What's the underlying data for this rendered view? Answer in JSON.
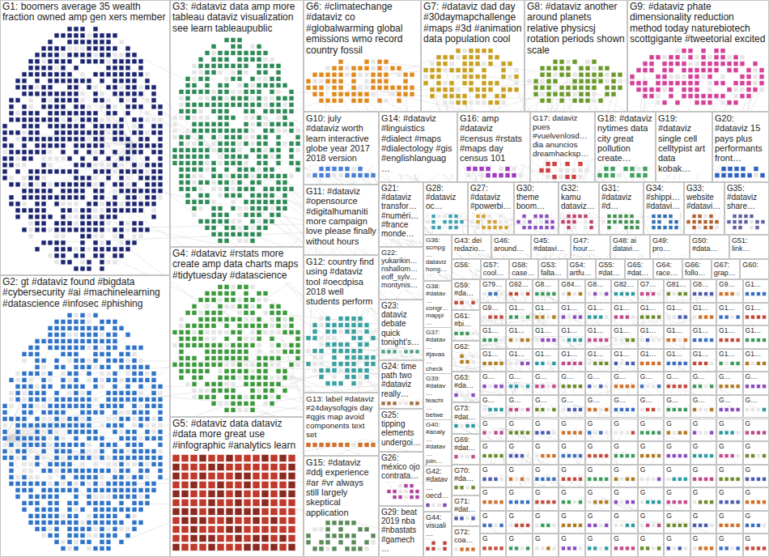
{
  "diagram": {
    "nodes": [
      {
        "text": [
          "G1: boomers average 35 wealth fraction owned amp gen xers member"
        ]
      },
      {
        "text": [
          "G2: gt #dataviz found #bigdata #cybersecurity #ai #machinelearning #datascience #infosec #phishing"
        ]
      },
      {
        "text": [
          "G3: #dataviz data amp more tableau dataviz visualization see learn tableaupublic"
        ]
      },
      {
        "text": [
          "G4: #dataviz #rstats more create amp data charts maps #tidytuesday #datascience"
        ]
      },
      {
        "text": [
          "G5: #dataviz data dataviz #data more great use #infographic #analytics learn"
        ]
      },
      {
        "text": [
          "G6: #climatechange #dataviz co #globalwarming global emissions wmo record country fossil"
        ]
      },
      {
        "text": [
          "G7: #dataviz dad day #30daymapchallenge #maps #3d #animation data population cool"
        ]
      },
      {
        "text": [
          "G8: #dataviz another around planets relative physicsj rotation periods shown scale"
        ]
      },
      {
        "text": [
          "G9: #dataviz phate dimensionality reduction method today naturebiotech scottgigante #tweetorial excited"
        ]
      },
      {
        "text": [
          "G10: july #dataviz worth learn interactive globe year 2017 2018 version"
        ]
      },
      {
        "text": [
          "G11: #dataviz #opensource #digitalhumaniti more campaign love please finally without hours"
        ]
      },
      {
        "text": [
          "G12: country find using #dataviz tool #oecdpisa 2018 well students perform"
        ]
      },
      {
        "text": [
          "G13: label #dataviz #24daysofqgis day #qgis map avoid components text set"
        ]
      },
      {
        "text": [
          "G15: #dataviz #ddj experience #ar #vr always still largely skeptical application"
        ]
      },
      {
        "text": [
          "G14: #dataviz #linguistics #dialect #maps #dialectology #gis #englishlanguag…"
        ]
      },
      {
        "text": [
          "G16: amp #dataviz #census #rstats #maps day census 101"
        ]
      },
      {
        "text": [
          "G17: dataviz pues #vuelvenlosd… dia anuncios dreamhacksp…"
        ]
      },
      {
        "text": [
          "G18: #dataviz nytimes data city great pollution create…"
        ]
      },
      {
        "text": [
          "G19: #dataviz single cell celltypist art data kobak…"
        ]
      },
      {
        "text": [
          "G20: #dataviz 15 pays plus performants front…"
        ]
      },
      {
        "text": [
          "G21: #dataviz transfor… #numéri… #france monde…"
        ]
      },
      {
        "text": [
          "G28: #dataviz oc…"
        ]
      },
      {
        "text": [
          "G27: #dataviz #powerbi…"
        ]
      },
      {
        "text": [
          "G30: theme boom…"
        ]
      },
      {
        "text": [
          "G32: kamu dataviz…"
        ]
      },
      {
        "text": [
          "G31: #dataviz #d…"
        ]
      },
      {
        "text": [
          "G34: #shippi… #datavi…"
        ]
      },
      {
        "text": [
          "G33: website #datavi…"
        ]
      },
      {
        "text": [
          "G35: #dataviz share…"
        ]
      },
      {
        "text": [
          "G22: yukarikin… nshallom… eoff_sylv… montynis…"
        ]
      },
      {
        "text": [
          "G23: dataviz debate quick tonight's…"
        ]
      },
      {
        "text": [
          "G24: time path two #dataviz really…"
        ]
      },
      {
        "text": [
          "G25: tipping elements undergoi…"
        ]
      },
      {
        "text": [
          "G26: méxico ojo contrata…"
        ]
      },
      {
        "text": [
          "G29: beat 2019 nba #nbastats #gamech…"
        ]
      },
      {
        "text": [
          "G36: scmpg… dataviz hong…"
        ]
      },
      {
        "text": [
          "G38: #datav… congr… mappi…"
        ]
      },
      {
        "text": [
          "G37: #datav… #javas… check…"
        ]
      },
      {
        "text": [
          "G39: #datav… teachi… betwe…"
        ]
      },
      {
        "text": [
          "G40: #analy… #datav… join…"
        ]
      },
      {
        "text": [
          "G42: #datav… oecd…"
        ]
      },
      {
        "text": [
          "G44: visuali…"
        ]
      },
      {
        "text": [
          "G43: dei redazio…"
        ]
      },
      {
        "text": [
          "G46: around…"
        ]
      },
      {
        "text": [
          "G45: #datavi…"
        ]
      },
      {
        "text": [
          "G47: hour…"
        ]
      },
      {
        "text": [
          "G48: ai datavi…"
        ]
      },
      {
        "text": [
          "G49: pro…"
        ]
      },
      {
        "text": [
          "G50: #data…"
        ]
      },
      {
        "text": [
          "G51: link…"
        ]
      },
      {
        "text": [
          "G56:"
        ]
      },
      {
        "text": [
          "G57: cool…"
        ]
      },
      {
        "text": [
          "G58: case…"
        ]
      },
      {
        "text": [
          "G53: falta…"
        ]
      },
      {
        "text": [
          "G54: artfu…"
        ]
      },
      {
        "text": [
          "G55: #dat…"
        ]
      },
      {
        "text": [
          "G65: #dat…"
        ]
      },
      {
        "text": [
          "G64: race…"
        ]
      },
      {
        "text": [
          "G66: follo…"
        ]
      },
      {
        "text": [
          "G67: grap…"
        ]
      },
      {
        "text": [
          "G60:"
        ]
      },
      {
        "text": [
          "G59: #da…"
        ]
      },
      {
        "text": [
          "G61: #bi…"
        ]
      },
      {
        "text": [
          "G62:"
        ]
      },
      {
        "text": [
          "G63: #da…"
        ]
      },
      {
        "text": [
          "G73: #dat…"
        ]
      },
      {
        "text": [
          "G69: #dat…"
        ]
      },
      {
        "text": [
          "G70: #da…"
        ]
      },
      {
        "text": [
          "G71: #dat…"
        ]
      },
      {
        "text": [
          "G72: coa…"
        ]
      },
      {
        "text": [
          "G79…"
        ]
      },
      {
        "text": [
          "G92…"
        ]
      },
      {
        "text": [
          "G8…"
        ]
      },
      {
        "text": [
          "G84…"
        ]
      },
      {
        "text": [
          "G8…"
        ]
      },
      {
        "text": [
          "G82…"
        ]
      },
      {
        "text": [
          "G7…"
        ]
      },
      {
        "text": [
          "G81…"
        ]
      },
      {
        "text": [
          "G8…"
        ]
      },
      {
        "text": [
          "G9…"
        ]
      },
      {
        "text": [
          "G1…"
        ]
      },
      {
        "text": [
          "G9…"
        ]
      },
      {
        "text": [
          "G1…"
        ]
      },
      {
        "text": [
          "G1…"
        ]
      },
      {
        "text": [
          "G1…"
        ]
      },
      {
        "text": [
          "G1…"
        ]
      },
      {
        "text": [
          "G1…"
        ]
      },
      {
        "text": [
          "G1…"
        ]
      },
      {
        "text": [
          "G1…"
        ]
      },
      {
        "text": [
          "G1…"
        ]
      },
      {
        "text": [
          "G1…"
        ]
      },
      {
        "text": [
          "G1…"
        ]
      },
      {
        "text": [
          "G1…"
        ]
      },
      {
        "text": [
          "G1…"
        ]
      },
      {
        "text": [
          "G1…"
        ]
      },
      {
        "text": [
          "G1…"
        ]
      },
      {
        "text": [
          "G1…"
        ]
      },
      {
        "text": [
          "G1…"
        ]
      },
      {
        "text": [
          "G1…"
        ]
      },
      {
        "text": [
          "G1…"
        ]
      },
      {
        "text": [
          "G1…"
        ]
      },
      {
        "text": [
          "G1…"
        ]
      },
      {
        "text": [
          "G1…"
        ]
      },
      {
        "text": [
          "G1…"
        ]
      },
      {
        "text": [
          "G1…"
        ]
      },
      {
        "text": [
          "G1…"
        ]
      },
      {
        "text": [
          "G1…"
        ]
      },
      {
        "text": [
          "G1…"
        ]
      },
      {
        "text": [
          "G1…"
        ]
      },
      {
        "text": [
          "G1…"
        ]
      },
      {
        "text": [
          "G1…"
        ]
      },
      {
        "text": [
          "G1…"
        ]
      },
      {
        "text": [
          "G1…"
        ]
      },
      {
        "text": [
          "G1…"
        ]
      },
      {
        "text": [
          "G…"
        ]
      },
      {
        "text": [
          "G…"
        ]
      },
      {
        "text": [
          "G…"
        ]
      },
      {
        "text": [
          "G…"
        ]
      },
      {
        "text": [
          "G…"
        ]
      },
      {
        "text": [
          "G…"
        ]
      },
      {
        "text": [
          "G…"
        ]
      },
      {
        "text": [
          "G…"
        ]
      },
      {
        "text": [
          "G…"
        ]
      },
      {
        "text": [
          "G…"
        ]
      },
      {
        "text": [
          "G…"
        ]
      },
      {
        "text": [
          "G…"
        ]
      },
      {
        "text": [
          "G…"
        ]
      },
      {
        "text": [
          "G…"
        ]
      },
      {
        "text": [
          "G…"
        ]
      },
      {
        "text": [
          "G…"
        ]
      },
      {
        "text": [
          "G…"
        ]
      },
      {
        "text": [
          "G…"
        ]
      },
      {
        "text": [
          "G…"
        ]
      },
      {
        "text": [
          "G…"
        ]
      },
      {
        "text": [
          "G…"
        ]
      },
      {
        "text": [
          "G…"
        ]
      },
      {
        "text": [
          "G"
        ]
      },
      {
        "text": [
          "G"
        ]
      },
      {
        "text": [
          "G"
        ]
      },
      {
        "text": [
          "G"
        ]
      },
      {
        "text": [
          "G"
        ]
      },
      {
        "text": [
          "G"
        ]
      },
      {
        "text": [
          "G"
        ]
      },
      {
        "text": [
          "G"
        ]
      },
      {
        "text": [
          "G"
        ]
      },
      {
        "text": [
          "G"
        ]
      },
      {
        "text": [
          "G"
        ]
      },
      {
        "text": [
          "G"
        ]
      },
      {
        "text": [
          "G"
        ]
      },
      {
        "text": [
          "G"
        ]
      },
      {
        "text": [
          "G"
        ]
      },
      {
        "text": [
          "G"
        ]
      },
      {
        "text": [
          "G"
        ]
      },
      {
        "text": [
          "G"
        ]
      },
      {
        "text": [
          "G"
        ]
      },
      {
        "text": [
          "G"
        ]
      },
      {
        "text": [
          "G"
        ]
      },
      {
        "text": [
          "G"
        ]
      },
      {
        "text": [
          "G"
        ]
      },
      {
        "text": [
          "G"
        ]
      },
      {
        "text": [
          "G"
        ]
      },
      {
        "text": [
          "G"
        ]
      },
      {
        "text": [
          "G"
        ]
      },
      {
        "text": [
          "G"
        ]
      },
      {
        "text": [
          "G"
        ]
      },
      {
        "text": [
          "G"
        ]
      },
      {
        "text": [
          "G"
        ]
      },
      {
        "text": [
          "G"
        ]
      },
      {
        "text": [
          "G"
        ]
      },
      {
        "text": [
          "G"
        ]
      },
      {
        "text": [
          "G"
        ]
      },
      {
        "text": [
          "G"
        ]
      },
      {
        "text": [
          "G"
        ]
      },
      {
        "text": [
          "G"
        ]
      },
      {
        "text": [
          "G"
        ]
      },
      {
        "text": [
          "G"
        ]
      },
      {
        "text": [
          "G"
        ]
      },
      {
        "text": [
          "G"
        ]
      },
      {
        "text": [
          "G"
        ]
      },
      {
        "text": [
          "G"
        ]
      },
      {
        "text": [
          "G"
        ]
      },
      {
        "text": [
          "G"
        ]
      },
      {
        "text": [
          "G"
        ]
      },
      {
        "text": [
          "G"
        ]
      },
      {
        "text": [
          "G"
        ]
      },
      {
        "text": [
          "G"
        ]
      },
      {
        "text": [
          "G"
        ]
      },
      {
        "text": [
          "G"
        ]
      },
      {
        "text": [
          "G"
        ]
      },
      {
        "text": [
          "G"
        ]
      },
      {
        "text": [
          "G"
        ]
      },
      {
        "text": [
          "G"
        ]
      },
      {
        "text": [
          "G"
        ]
      },
      {
        "text": [
          "G"
        ]
      },
      {
        "text": [
          "G"
        ]
      },
      {
        "text": [
          "G"
        ]
      },
      {
        "text": [
          "G"
        ]
      },
      {
        "text": [
          "G"
        ]
      },
      {
        "text": [
          "G"
        ]
      },
      {
        "text": [
          "G"
        ]
      },
      {
        "text": [
          "G"
        ]
      },
      {
        "text": [
          "G"
        ]
      }
    ]
  }
}
